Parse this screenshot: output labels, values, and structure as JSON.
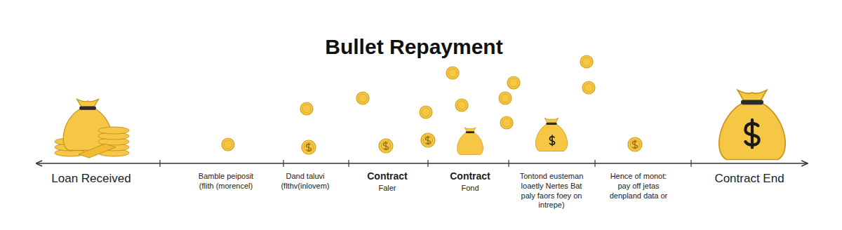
{
  "diagram": {
    "title": "Bullet Repayment",
    "labels": [
      "Loan Received",
      "Bamble peiposit (flith (morencel)",
      "Dand taluvi (flthv(inlovem)",
      "Contract",
      "Faler",
      "Contract",
      "Fond",
      "Tontond eusteman loaetly Nertes Bat paly faors foey on intrepe)",
      "Hence of monot: pay off jetas denpland data or",
      "Contract End"
    ]
  }
}
